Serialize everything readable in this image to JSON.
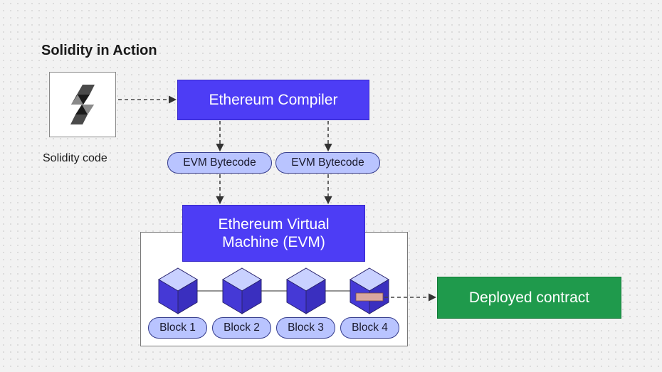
{
  "title": "Solidity in Action",
  "source": {
    "caption": "Solidity code",
    "icon": "solidity-logo-icon"
  },
  "compiler": {
    "label": "Ethereum Compiler"
  },
  "bytecodes": [
    {
      "label": "EVM Bytecode"
    },
    {
      "label": "EVM Bytecode"
    }
  ],
  "evm": {
    "label": "Ethereum Virtual Machine (EVM)"
  },
  "blocks": [
    {
      "label": "Block 1"
    },
    {
      "label": "Block 2"
    },
    {
      "label": "Block 3"
    },
    {
      "label": "Block 4"
    }
  ],
  "output": {
    "label": "Deployed contract"
  },
  "colors": {
    "purple": "#4d3df5",
    "pill_fill": "#b9c4ff",
    "cube_dark": "#4539d6",
    "cube_light": "#c9d1ff",
    "green": "#1f9a4c",
    "contract_marker": "#d9a7a0"
  }
}
